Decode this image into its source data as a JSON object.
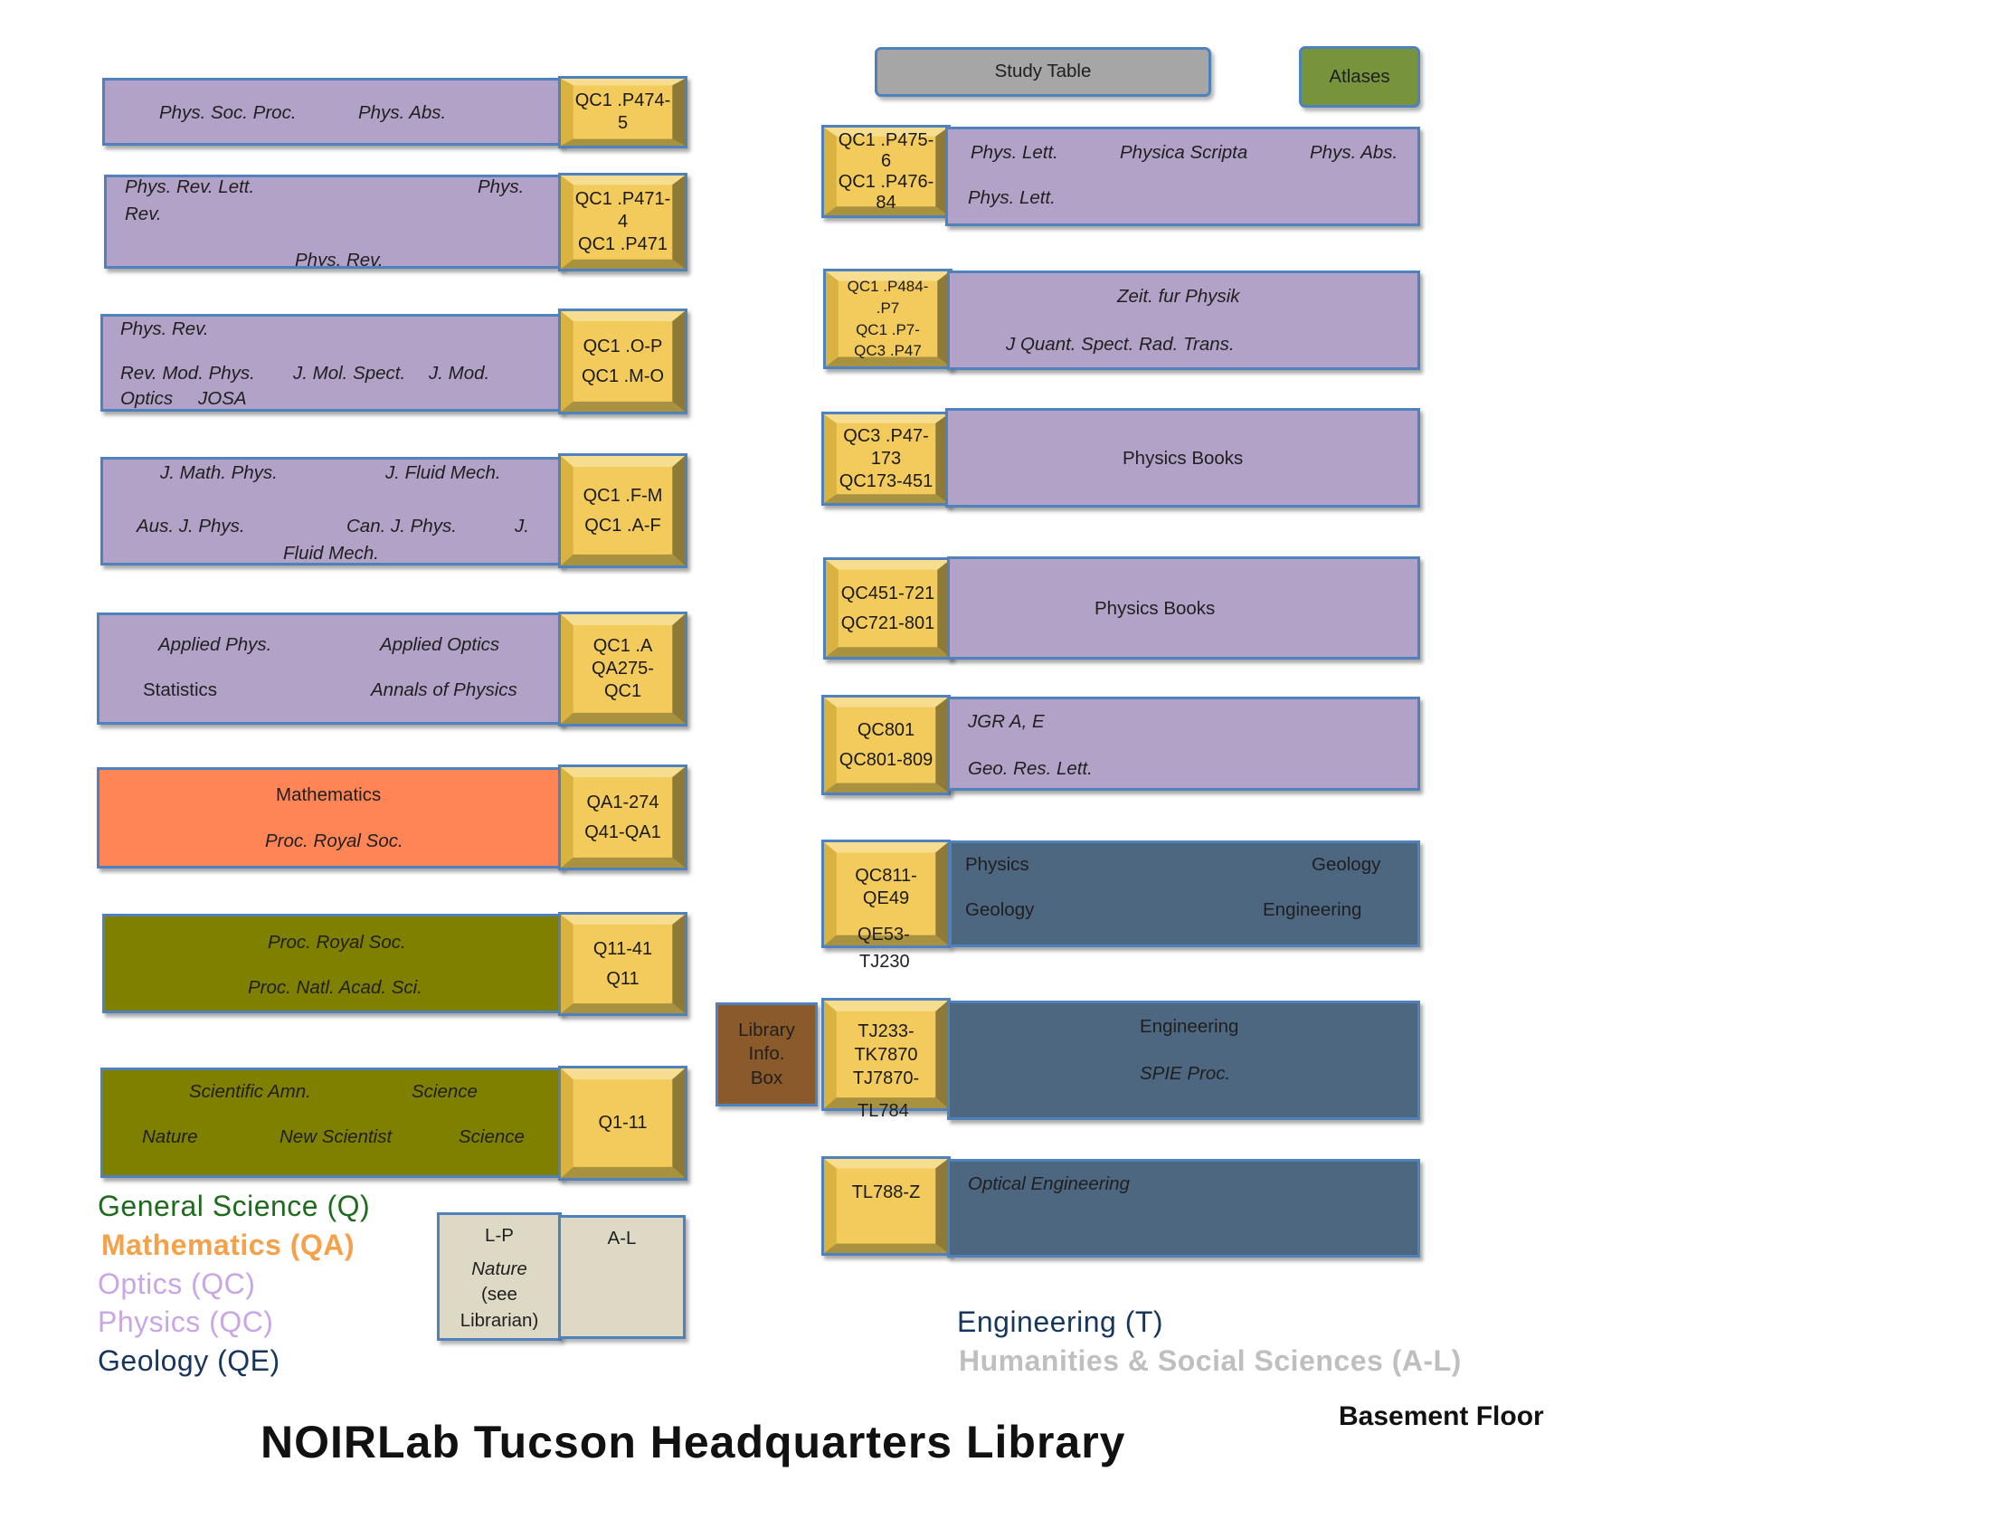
{
  "colors": {
    "physics": "#b3a2c7",
    "mathematics": "#ff8557",
    "general": "#7f7f00",
    "engineering": "#4d6780",
    "callnum": "#f2cb5c",
    "outline": "#4f81bd",
    "study_table": "#a6a6a6",
    "atlases": "#77933c",
    "info_box": "#8b5a2b",
    "humanities": "#ddd9c4"
  },
  "left": {
    "row1": {
      "labels": [
        "Phys. Soc. Proc.",
        "Phys. Abs."
      ],
      "call": [
        "QC1 .P474-5"
      ]
    },
    "row2": {
      "labels": [
        "Phys. Rev. Lett.",
        "Phys.",
        "Rev.",
        "Phys. Rev."
      ],
      "call": [
        "QC1 .P471-",
        "4",
        "QC1 .P471"
      ]
    },
    "row3": {
      "labels": [
        "Phys. Rev.",
        "Rev. Mod. Phys.",
        "J. Mol. Spect.",
        "J. Mod.",
        "Optics",
        "JOSA"
      ],
      "call": [
        "QC1 .O-P",
        "QC1 .M-O"
      ]
    },
    "row4": {
      "labels": [
        "J. Math. Phys.",
        "J. Fluid Mech.",
        "Aus. J. Phys.",
        "Can. J. Phys.",
        "J.",
        "Fluid Mech."
      ],
      "call": [
        "QC1 .F-M",
        "QC1 .A-F"
      ]
    },
    "row5": {
      "labels": [
        "Applied Phys.",
        "Applied Optics",
        "Statistics",
        "Annals of Physics"
      ],
      "call": [
        "QC1 .A",
        "QA275-",
        "QC1"
      ]
    },
    "row6": {
      "labels": [
        "Mathematics",
        "Proc. Royal Soc."
      ],
      "call": [
        "QA1-274",
        "Q41-QA1"
      ]
    },
    "row7": {
      "labels": [
        "Proc. Royal Soc.",
        "Proc. Natl. Acad. Sci."
      ],
      "call": [
        "Q11-41",
        "Q11"
      ]
    },
    "row8": {
      "labels": [
        "Scientific Amn.",
        "Science",
        "Nature",
        "New Scientist",
        "Science"
      ],
      "call": [
        "Q1-11"
      ]
    }
  },
  "right": {
    "study_table": "Study Table",
    "atlases": "Atlases",
    "row1": {
      "labels": [
        "Phys. Lett.",
        "Physica Scripta",
        "Phys. Abs.",
        "Phys. Lett."
      ],
      "call": [
        "QC1 .P475-",
        "6",
        "QC1 .P476-",
        "84"
      ]
    },
    "row2": {
      "labels": [
        "Zeit. fur Physik",
        "J Quant. Spect.  Rad. Trans."
      ],
      "call": [
        "QC1 .P484-",
        ".P7",
        "QC1 .P7-",
        "QC3 .P47"
      ]
    },
    "row3": {
      "labels": [
        "Physics Books"
      ],
      "call": [
        "QC3 .P47-",
        "173",
        "QC173-451"
      ]
    },
    "row4": {
      "labels": [
        "Physics Books"
      ],
      "call": [
        "QC451-721",
        "QC721-801"
      ]
    },
    "row5": {
      "labels": [
        "JGR A, E",
        "Geo. Res. Lett."
      ],
      "call": [
        "QC801",
        "QC801-809"
      ]
    },
    "row6": {
      "labels": [
        "Physics",
        "Geology",
        "Geology",
        "Engineering"
      ],
      "call": [
        "QC811-",
        "QE49",
        "QE53-",
        "TJ230"
      ]
    },
    "row7": {
      "labels": [
        "Engineering",
        "SPIE Proc."
      ],
      "call": [
        "TJ233-",
        "TK7870",
        "TJ7870-",
        "TL784"
      ]
    },
    "row8": {
      "labels": [
        "Optical Engineering"
      ],
      "call": [
        "TL788-Z"
      ]
    },
    "info_box": [
      "Library",
      "Info.",
      "Box"
    ]
  },
  "humanities_shelf": {
    "lp": "L-P",
    "lp_note": [
      "Nature",
      "(see",
      "Librarian)"
    ],
    "al": "A-L"
  },
  "legend_left": [
    {
      "text": "General Science (Q)",
      "color": "#1e6b1e"
    },
    {
      "text": "Mathematics (QA)",
      "color": "#f4a14a"
    },
    {
      "text": "Optics (QC)",
      "color": "#c9a6e6"
    },
    {
      "text": "Physics (QC)",
      "color": "#c9a6e6"
    },
    {
      "text": "Geology (QE)",
      "color": "#17365d"
    }
  ],
  "legend_right": [
    {
      "text": "Engineering (T)",
      "color": "#17365d"
    },
    {
      "text": "Humanities & Social Sciences (A-L)",
      "color": "#bfbfbf"
    }
  ],
  "title": "NOIRLab Tucson Headquarters Library",
  "floor": "Basement Floor"
}
